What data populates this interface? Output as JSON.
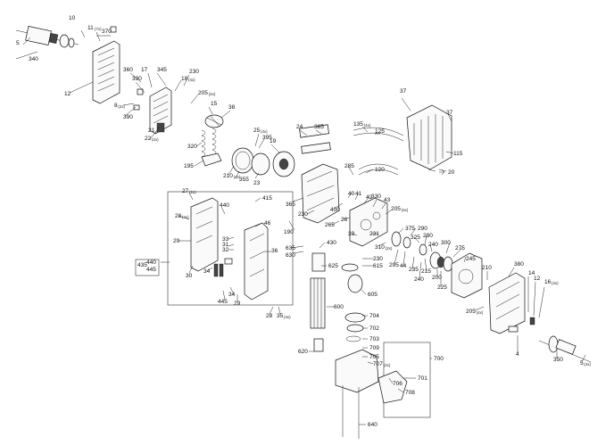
{
  "labels": [
    {
      "id": "10",
      "text": "10"
    },
    {
      "id": "11",
      "text": "11",
      "sub": "(7x)"
    },
    {
      "id": "370",
      "text": "370"
    },
    {
      "id": "5a",
      "text": "5"
    },
    {
      "id": "340",
      "text": "340"
    },
    {
      "id": "12a",
      "text": "12"
    },
    {
      "id": "360",
      "text": "360"
    },
    {
      "id": "17",
      "text": "17"
    },
    {
      "id": "345",
      "text": "345"
    },
    {
      "id": "230a",
      "text": "230"
    },
    {
      "id": "390a",
      "text": "390"
    },
    {
      "id": "18",
      "text": "18",
      "sub": "(4x)"
    },
    {
      "id": "8",
      "text": "8",
      "sub": "(2x)"
    },
    {
      "id": "390b",
      "text": "390"
    },
    {
      "id": "205a",
      "text": "205",
      "sub": "(4x)"
    },
    {
      "id": "21",
      "text": "21"
    },
    {
      "id": "22",
      "text": "22",
      "sub": "(2x)"
    },
    {
      "id": "15",
      "text": "15"
    },
    {
      "id": "38",
      "text": "38"
    },
    {
      "id": "25",
      "text": "25",
      "sub": "(4x)"
    },
    {
      "id": "395",
      "text": "395"
    },
    {
      "id": "320",
      "text": "320"
    },
    {
      "id": "19",
      "text": "19"
    },
    {
      "id": "195",
      "text": "195"
    },
    {
      "id": "355",
      "text": "355"
    },
    {
      "id": "210a",
      "text": "210",
      "sub": "(4x)"
    },
    {
      "id": "23",
      "text": "23"
    },
    {
      "id": "24",
      "text": "24"
    },
    {
      "id": "385",
      "text": "385"
    },
    {
      "id": "135",
      "text": "135",
      "sub": "(4x)"
    },
    {
      "id": "125",
      "text": "125"
    },
    {
      "id": "37a",
      "text": "37"
    },
    {
      "id": "37b",
      "text": "37"
    },
    {
      "id": "115",
      "text": "115"
    },
    {
      "id": "20",
      "text": "20"
    },
    {
      "id": "120",
      "text": "120"
    },
    {
      "id": "285",
      "text": "285"
    },
    {
      "id": "40",
      "text": "40"
    },
    {
      "id": "41",
      "text": "41"
    },
    {
      "id": "42",
      "text": "42"
    },
    {
      "id": "330",
      "text": "330"
    },
    {
      "id": "43",
      "text": "43"
    },
    {
      "id": "205b",
      "text": "205",
      "sub": "(4x)"
    },
    {
      "id": "365",
      "text": "365"
    },
    {
      "id": "400",
      "text": "400"
    },
    {
      "id": "230b",
      "text": "230"
    },
    {
      "id": "265",
      "text": "265"
    },
    {
      "id": "26",
      "text": "26"
    },
    {
      "id": "27",
      "text": "27",
      "sub": "(2x)"
    },
    {
      "id": "415",
      "text": "415"
    },
    {
      "id": "440a",
      "text": "440"
    },
    {
      "id": "28a",
      "text": "28",
      "sub": "(4x)"
    },
    {
      "id": "46",
      "text": "46"
    },
    {
      "id": "190",
      "text": "190"
    },
    {
      "id": "39",
      "text": "39"
    },
    {
      "id": "231",
      "text": "231"
    },
    {
      "id": "375",
      "text": "375"
    },
    {
      "id": "290",
      "text": "290"
    },
    {
      "id": "325",
      "text": "325"
    },
    {
      "id": "280",
      "text": "280"
    },
    {
      "id": "29a",
      "text": "29"
    },
    {
      "id": "33",
      "text": "33"
    },
    {
      "id": "31",
      "text": "31"
    },
    {
      "id": "32",
      "text": "32"
    },
    {
      "id": "635",
      "text": "635"
    },
    {
      "id": "430",
      "text": "430"
    },
    {
      "id": "310",
      "text": "310",
      "sub": "(2x)"
    },
    {
      "id": "630",
      "text": "630"
    },
    {
      "id": "240a",
      "text": "240"
    },
    {
      "id": "300",
      "text": "300"
    },
    {
      "id": "275",
      "text": "275"
    },
    {
      "id": "36",
      "text": "36"
    },
    {
      "id": "230c",
      "text": "230"
    },
    {
      "id": "615",
      "text": "615"
    },
    {
      "id": "295",
      "text": "295"
    },
    {
      "id": "44",
      "text": "44"
    },
    {
      "id": "235",
      "text": "235"
    },
    {
      "id": "215",
      "text": "215"
    },
    {
      "id": "240b",
      "text": "240"
    },
    {
      "id": "200",
      "text": "200"
    },
    {
      "id": "245",
      "text": "245"
    },
    {
      "id": "210b",
      "text": "210"
    },
    {
      "id": "380",
      "text": "380"
    },
    {
      "id": "14",
      "text": "14"
    },
    {
      "id": "12b",
      "text": "12"
    },
    {
      "id": "16",
      "text": "16",
      "sub": "(4x)"
    },
    {
      "id": "435",
      "text": "435"
    },
    {
      "id": "440b",
      "text": "440"
    },
    {
      "id": "445a",
      "text": "445"
    },
    {
      "id": "30",
      "text": "30"
    },
    {
      "id": "34a",
      "text": "34"
    },
    {
      "id": "625",
      "text": "625"
    },
    {
      "id": "225",
      "text": "225"
    },
    {
      "id": "605",
      "text": "605"
    },
    {
      "id": "34b",
      "text": "34"
    },
    {
      "id": "445b",
      "text": "445"
    },
    {
      "id": "29b",
      "text": "29"
    },
    {
      "id": "205c",
      "text": "205",
      "sub": "(4x)"
    },
    {
      "id": "600",
      "text": "600"
    },
    {
      "id": "704",
      "text": "704"
    },
    {
      "id": "28b",
      "text": "28"
    },
    {
      "id": "35",
      "text": "35",
      "sub": "(4x)"
    },
    {
      "id": "702",
      "text": "702"
    },
    {
      "id": "703",
      "text": "703"
    },
    {
      "id": "4",
      "text": "4"
    },
    {
      "id": "350",
      "text": "350"
    },
    {
      "id": "5b",
      "text": "5",
      "sub": "(4x)"
    },
    {
      "id": "709",
      "text": "709"
    },
    {
      "id": "620",
      "text": "620"
    },
    {
      "id": "705",
      "text": "705"
    },
    {
      "id": "700",
      "text": "700"
    },
    {
      "id": "707",
      "text": "707",
      "sub": "(2x)"
    },
    {
      "id": "706",
      "text": "706"
    },
    {
      "id": "701",
      "text": "701"
    },
    {
      "id": "708",
      "text": "708"
    },
    {
      "id": "640",
      "text": "640"
    }
  ]
}
